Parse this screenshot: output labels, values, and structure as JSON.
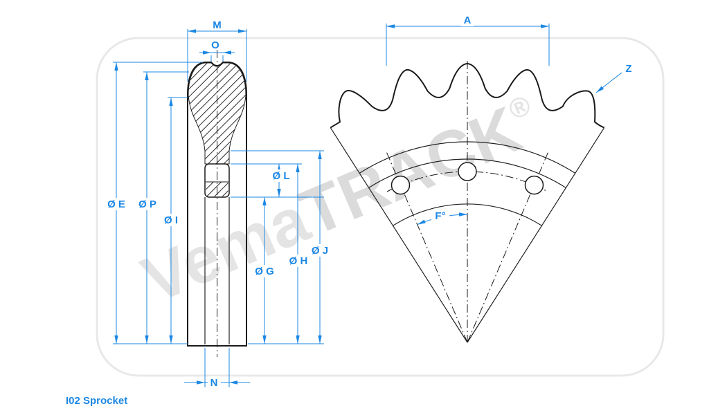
{
  "title": "I02 Sprocket",
  "watermark": {
    "part1": "Vema",
    "part2": "TRACK",
    "reg": "®"
  },
  "colors": {
    "dimension": "#1B87E4",
    "drawing": "#1A1A1A",
    "watermark": "#E4E4E4"
  },
  "section_view": {
    "dim_labels": {
      "m": "M",
      "o": "O",
      "e": "Ø E",
      "p": "Ø P",
      "i": "Ø I",
      "l": "Ø L",
      "g": "Ø G",
      "h": "Ø H",
      "j": "Ø J",
      "n": "N"
    }
  },
  "sector_view": {
    "dim_labels": {
      "a": "A",
      "z": "Z",
      "f": "F°"
    }
  }
}
